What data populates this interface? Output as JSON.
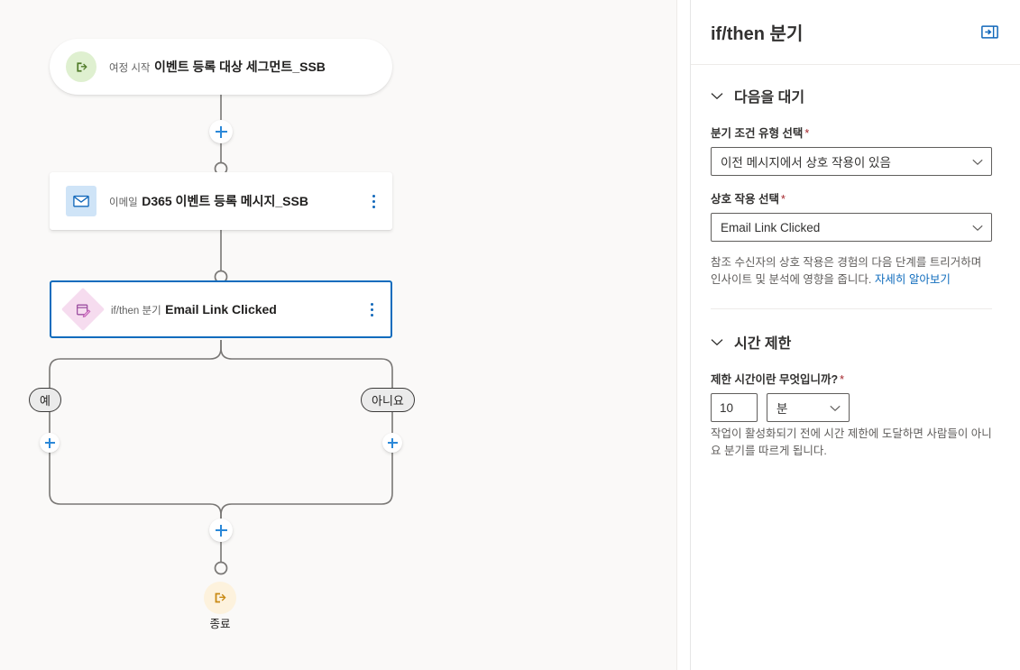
{
  "canvas": {
    "nodes": [
      {
        "id": "start",
        "sub": "여정 시작",
        "title": "이벤트 등록 대상 세그먼트_SSB",
        "icon": "journey-start-icon",
        "icon_bg": "#dff0d0",
        "icon_fg": "#4f7a28"
      },
      {
        "id": "email",
        "sub": "이메일",
        "title": "D365 이벤트 등록 메시지_SSB",
        "icon": "envelope-icon",
        "icon_bg": "#cfe4f7",
        "icon_fg": "#1268ba"
      },
      {
        "id": "branch",
        "sub": "if/then 분기",
        "title": "Email Link Clicked",
        "icon": "branch-condition-icon",
        "icon_bg": "#f6dcef",
        "icon_fg": "#9c4fa0",
        "selected": true,
        "selection_color": "#0f6cbd"
      }
    ],
    "branch_labels": {
      "yes": "예",
      "no": "아니요"
    },
    "end_node": {
      "label": "종료",
      "icon": "exit-icon",
      "icon_bg": "#fdf2dd",
      "icon_fg": "#c98a14"
    },
    "add_button_icon": "plus-icon",
    "kebab_icon": "more-vertical-icon",
    "background": "#faf9f8",
    "connector_color": "#797775",
    "plus_color": "#2b88d8"
  },
  "panel": {
    "title": "if/then 분기",
    "collapse_icon": "collapse-panel-right-icon",
    "collapse_icon_color": "#1268ba",
    "sections": [
      {
        "id": "wait-for",
        "title": "다음을 대기",
        "expanded": true,
        "chevron_icon": "chevron-down-icon",
        "fields": [
          {
            "id": "condition-type",
            "label": "분기 조건 유형 선택",
            "required": true,
            "required_mark": "*",
            "type": "select",
            "value": "이전 메시지에서 상호 작용이 있음",
            "chevron_icon": "chevron-down-icon"
          },
          {
            "id": "interaction",
            "label": "상호 작용 선택",
            "required": true,
            "required_mark": "*",
            "type": "select",
            "value": "Email Link Clicked",
            "chevron_icon": "chevron-down-icon"
          }
        ],
        "help_text": "참조 수신자의 상호 작용은 경험의 다음 단계를 트리거하며 인사이트 및 분석에 영향을 줍니다. ",
        "help_link": "자세히 알아보기"
      },
      {
        "id": "time-limit",
        "title": "시간 제한",
        "expanded": true,
        "chevron_icon": "chevron-down-icon",
        "fields": [
          {
            "id": "limit-amount",
            "label": "제한 시간이란 무엇입니까?",
            "required": true,
            "required_mark": "*",
            "type": "number",
            "value": "10"
          },
          {
            "id": "limit-unit",
            "type": "select",
            "value": "분",
            "chevron_icon": "chevron-down-icon"
          }
        ],
        "help_text": "작업이 활성화되기 전에 시간 제한에 도달하면 사람들이 아니요 분기를 따르게 됩니다."
      }
    ]
  }
}
